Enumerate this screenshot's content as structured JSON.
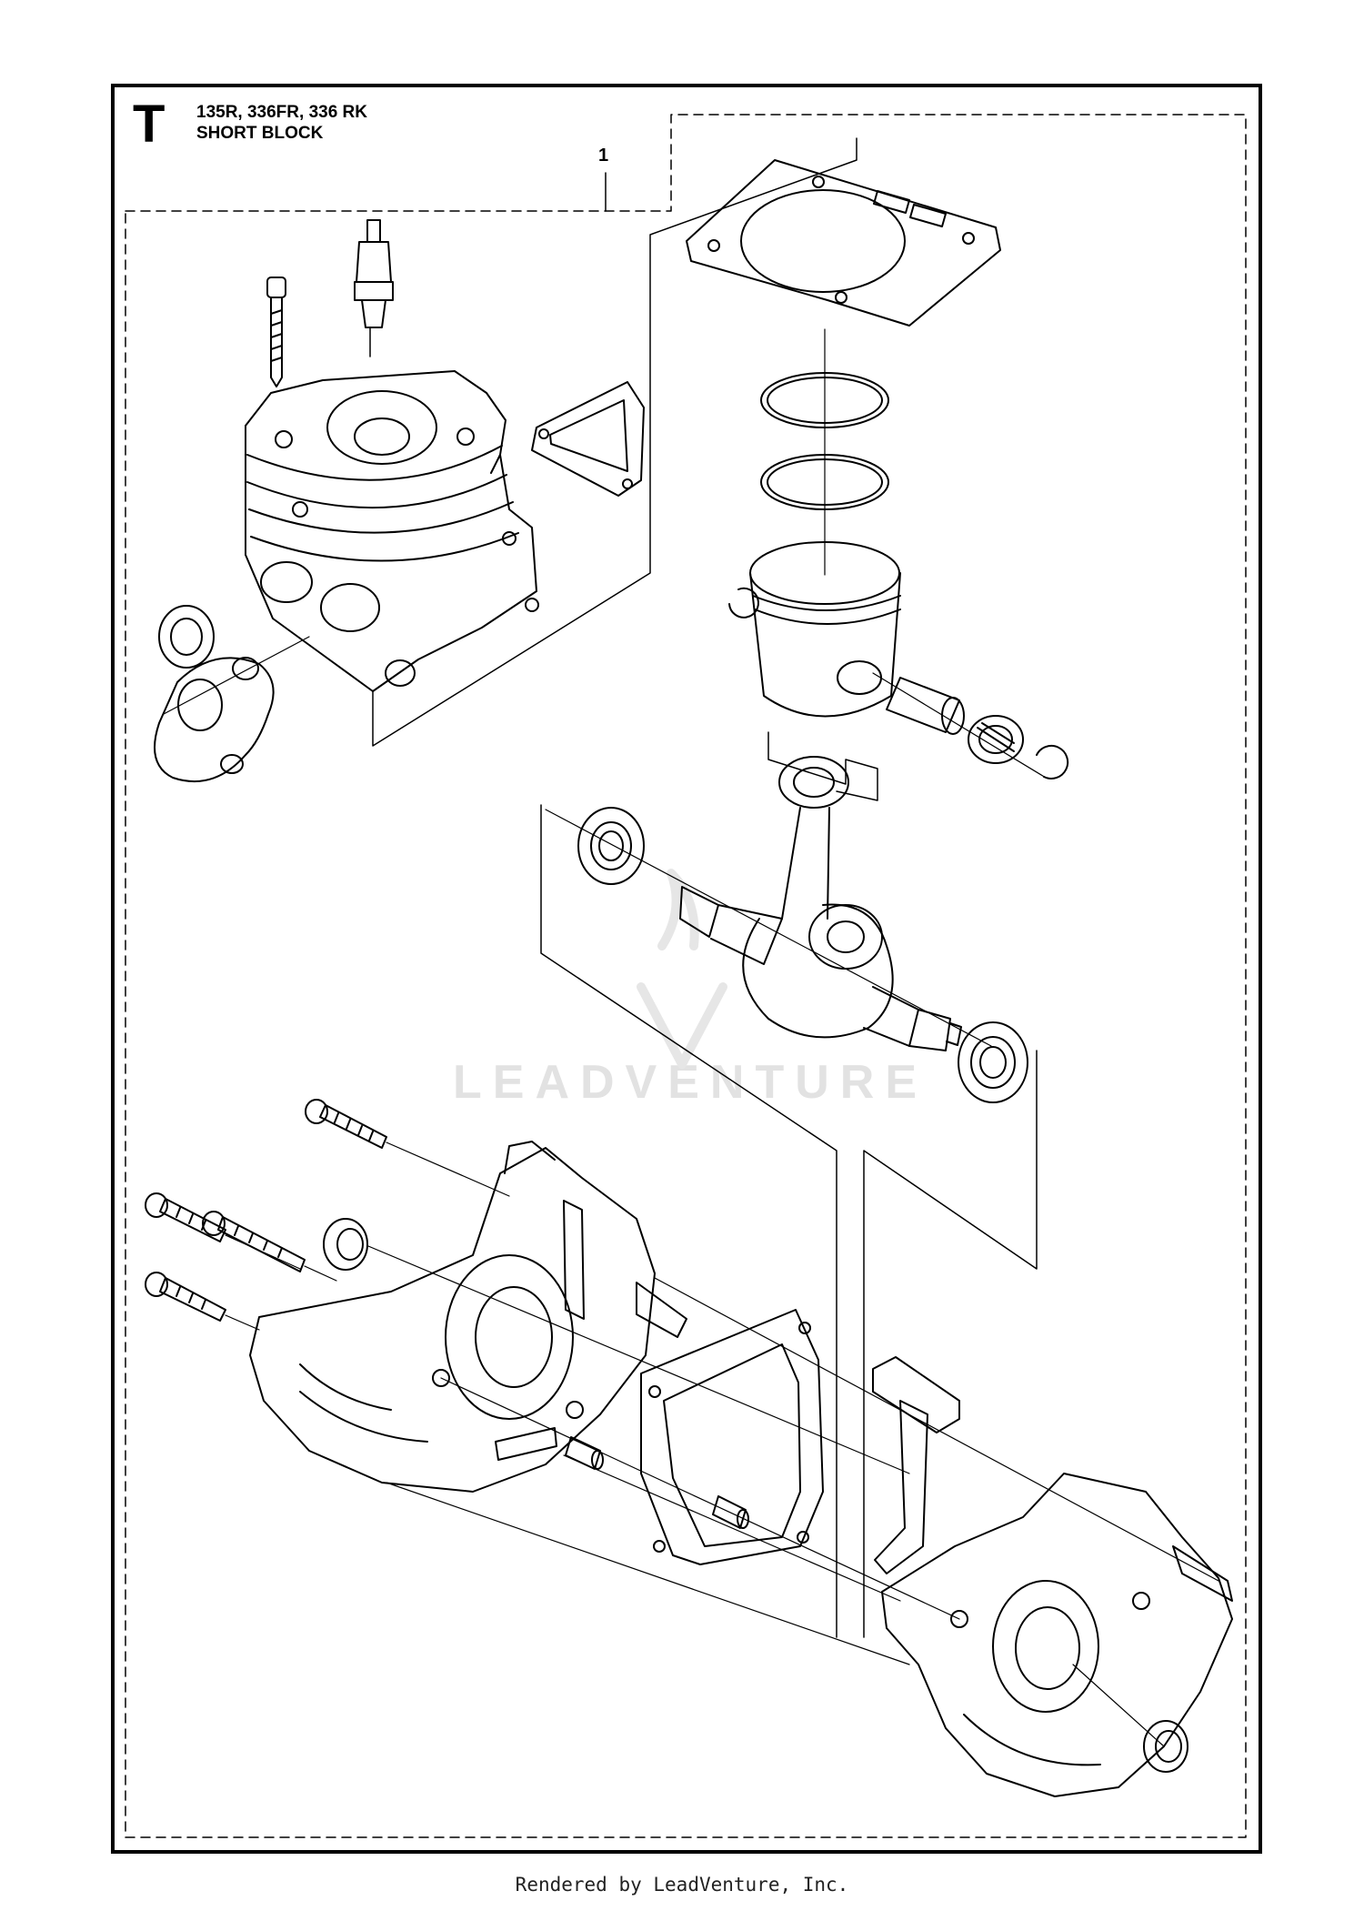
{
  "header": {
    "section_letter": "T",
    "models": "135R, 336FR,  336 RK",
    "title": "SHORT BLOCK"
  },
  "callouts": [
    {
      "label": "1"
    }
  ],
  "watermark": "LEADVENTURE",
  "footer": "Rendered by LeadVenture, Inc.",
  "colors": {
    "line": "#000000",
    "watermark": "#e2e2e2",
    "background": "#ffffff"
  }
}
